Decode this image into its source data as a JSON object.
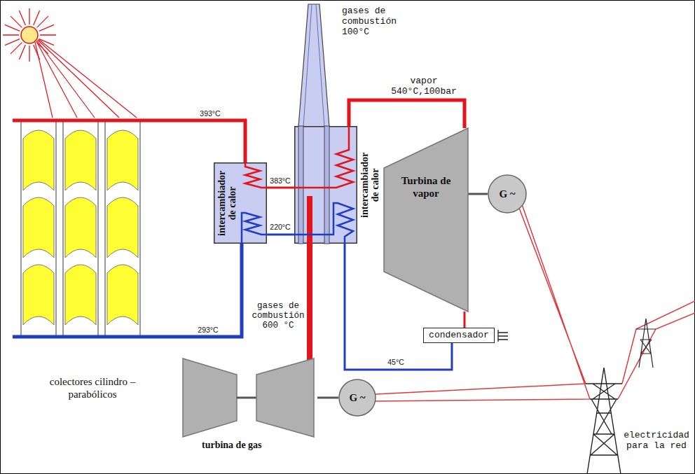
{
  "diagram": {
    "nodes": [
      {
        "text": [
          "colectores cilindro – parabólicos"
        ]
      },
      {
        "text": [
          "intercambiador de calor"
        ]
      },
      {
        "text": [
          "intercambiador de calor"
        ]
      },
      {
        "text": [
          "Turbina de vapor"
        ]
      },
      {
        "text": [
          "G ~"
        ]
      },
      {
        "text": [
          "condensador"
        ]
      },
      {
        "text": [
          "turbina de gas"
        ]
      },
      {
        "text": [
          "G ~"
        ]
      }
    ],
    "edges": [
      {
        "from": 0,
        "to": 1,
        "arrow": "none",
        "label": "393°C"
      },
      {
        "from": 1,
        "to": 0,
        "arrow": "none",
        "label": "293°C"
      },
      {
        "from": 1,
        "to": 2,
        "arrow": "none",
        "label": "383°C"
      },
      {
        "from": 2,
        "to": 1,
        "arrow": "none",
        "label": "220°C"
      },
      {
        "from": 2,
        "to": 3,
        "arrow": "none",
        "label": "vapor 540°C,100bar"
      },
      {
        "from": 3,
        "to": 4,
        "arrow": "none"
      },
      {
        "from": 3,
        "to": 5,
        "arrow": "none"
      },
      {
        "from": 5,
        "to": 2,
        "arrow": "none",
        "label": "45°C"
      },
      {
        "from": 6,
        "to": 2,
        "arrow": "none",
        "label": "gases de combustión 600 °C"
      },
      {
        "from": 6,
        "to": 7,
        "arrow": "none"
      }
    ],
    "labels": [
      "gases de combustión 100°C",
      "electricidad para la red"
    ]
  }
}
